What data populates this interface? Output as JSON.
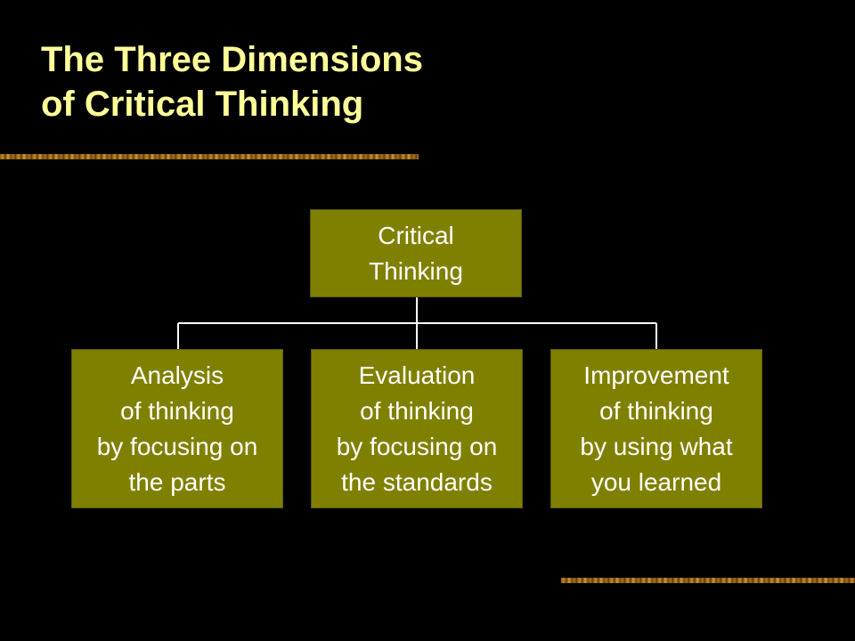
{
  "slide": {
    "title_line1": "The Three Dimensions",
    "title_line2": "of Critical Thinking"
  },
  "diagram": {
    "root": {
      "lines": [
        "Critical",
        "Thinking"
      ]
    },
    "children": [
      {
        "lines": [
          "Analysis",
          "of thinking",
          "by focusing on",
          "the parts"
        ]
      },
      {
        "lines": [
          "Evaluation",
          "of thinking",
          "by focusing on",
          "the standards"
        ]
      },
      {
        "lines": [
          "Improvement",
          "of thinking",
          "by using what",
          "you learned"
        ]
      }
    ]
  },
  "colors": {
    "title": "#FFFF99",
    "box_fill": "#808000",
    "box_text": "#FFFFFF",
    "connector": "#FFFFFF",
    "background": "#000000"
  }
}
